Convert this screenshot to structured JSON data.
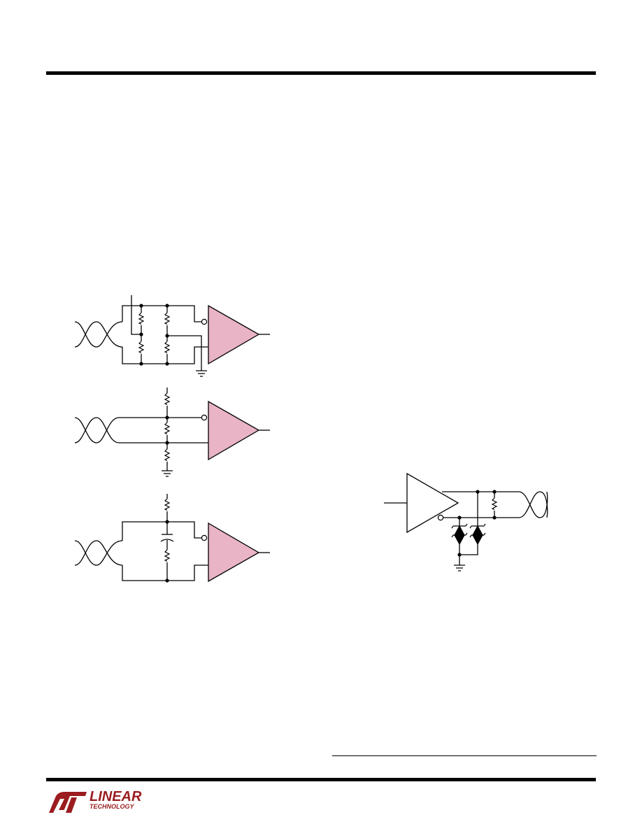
{
  "colors": {
    "line": "#000000",
    "receiver_fill": "#e8b4c6",
    "brand": "#9b1c1f"
  },
  "figures": [
    {
      "name": "receiver-termination-split-bias"
    },
    {
      "name": "receiver-termination-bias-network"
    },
    {
      "name": "receiver-termination-ac"
    },
    {
      "name": "driver-zener-protection"
    }
  ],
  "logo": {
    "word": "LINEAR",
    "sub": "TECHNOLOGY"
  }
}
